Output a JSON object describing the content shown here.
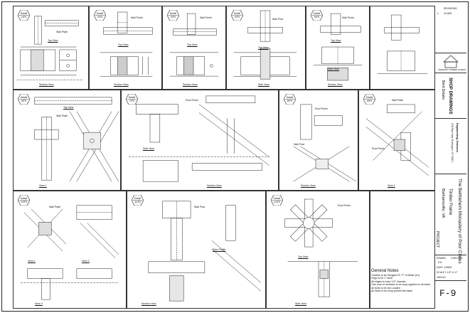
{
  "panels": [
    {
      "bubble": [
        "Detail",
        "1/F9"
      ],
      "views": [
        "Wall Plate",
        "Top View",
        "Section View"
      ]
    },
    {
      "bubble": [
        "Detail",
        "2/F9"
      ],
      "views": [
        "Wall Purlin",
        "Top View",
        "Section View"
      ]
    },
    {
      "bubble": [
        "Detail",
        "3/F9"
      ],
      "views": [
        "Wall Purlin",
        "Top View",
        "Section View"
      ]
    },
    {
      "bubble": [
        "Detail",
        "4/F9"
      ],
      "views": [
        "Wall Post",
        "Top View",
        "Side View"
      ]
    },
    {
      "bubble": [
        "Detail",
        "5/F9"
      ],
      "views": [
        "Wall Purlin",
        "Top View",
        "Side View",
        "Section View"
      ]
    },
    {
      "bubble": [
        "Detail",
        "6/F9"
      ],
      "views": [
        "Wall Plate",
        "Top View",
        "View 1"
      ]
    },
    {
      "bubble": [
        "Detail",
        "7/F9"
      ],
      "views": [
        "Roof Purlin",
        "Side View",
        "Section View"
      ]
    },
    {
      "bubble": [
        "Detail",
        "8/F9"
      ],
      "views": [
        "Roof Purlin",
        "Wall Post",
        "Section View"
      ]
    },
    {
      "bubble": [
        "Detail",
        "9/F9"
      ],
      "views": [
        "Wall Plate",
        "Roof Purlin",
        "View 1"
      ]
    },
    {
      "bubble": [
        "Detail",
        "10/F9"
      ],
      "views": [
        "Wall Plate",
        "View 1",
        "View 2",
        "View 3"
      ]
    },
    {
      "bubble": [
        "Detail",
        "11/F9"
      ],
      "views": [
        "Wall Post",
        "Side Profile",
        "Section View"
      ]
    },
    {
      "bubble": [
        "Detail",
        "12/F9"
      ],
      "views": [
        "Roof Purlin",
        "Top View",
        "Side View"
      ]
    }
  ],
  "general_notes": {
    "title": "General Notes",
    "items": [
      "Timbers to be Douglas Fir \"F\" & Better (#1)",
      "Pegs to be 1\" birch",
      "All edges to have 1/2\" chamfer",
      "One coat of urethane to be shop applied on all sides",
      "All bolts to be zinc coated",
      "All Steel to be shop primed flat black"
    ]
  },
  "title_block": {
    "revisions_label": "REVISIONS",
    "rev_no": "1",
    "rev_date": "1/14/03",
    "company": "VERMONT TIMBER WORKS",
    "sheet_type": "SHOP DRAWINGS",
    "sheet_subject": "Bent Details",
    "engineer": "Engineering Ventures",
    "engineer_addr": "208 Flynn Ave, Burlington, VT 05401",
    "project_title": "The Bethlehem Monastery of Poor Clares",
    "project_sub": "Timber Frame",
    "project_loc": "Barhamsville, VA",
    "project_label": "PROJECT",
    "drawn_label": "DRAWN",
    "drawn_by": "D.E.",
    "checked_label": "CHECKED",
    "date_label": "DATE",
    "date": "1/28/03",
    "scale_label": "SCALE",
    "scale": "1 1/2\"=1'-0\"",
    "job_label": "JOB NO.",
    "sheet_no": "F-9"
  }
}
